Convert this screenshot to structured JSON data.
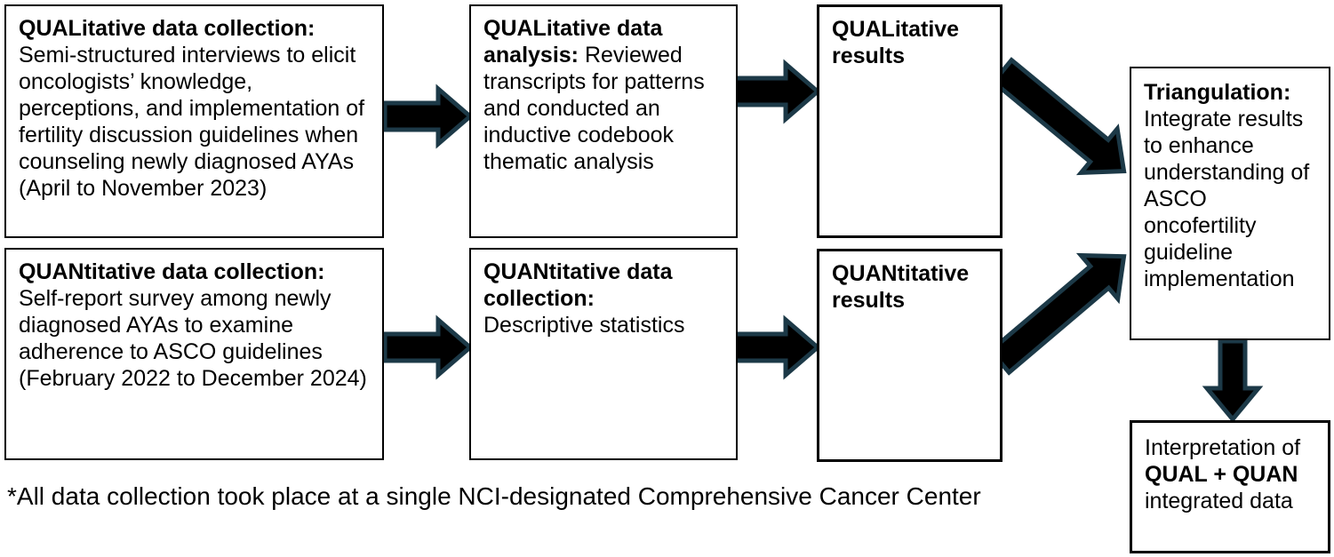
{
  "colors": {
    "background": "#ffffff",
    "text": "#000000",
    "box_border": "#000000",
    "arrow_fill": "#000000",
    "arrow_outline": "#1c3947"
  },
  "boxes": {
    "qual_collection": {
      "title": "QUALitative data collection:",
      "body": "Semi-structured interviews to elicit oncologists’ knowledge, perceptions, and implementation of fertility discussion guidelines when counseling newly diagnosed AYAs",
      "dates": "(April to November 2023)"
    },
    "qual_analysis": {
      "title": "QUALitative data analysis:",
      "body": "Reviewed transcripts for patterns and conducted an inductive codebook thematic analysis"
    },
    "qual_results": {
      "title": "QUALitative results"
    },
    "quan_collection": {
      "title": "QUANtitative data collection:",
      "body": "Self-report survey among newly diagnosed AYAs to examine adherence to ASCO guidelines",
      "dates": "(February 2022 to December 2024)"
    },
    "quan_analysis": {
      "title": "QUANtitative data collection:",
      "body": "Descriptive statistics"
    },
    "quan_results": {
      "title": "QUANtitative results"
    },
    "triangulation": {
      "title": "Triangulation:",
      "body": "Integrate results to enhance understanding of ASCO oncofertility guideline implementation"
    },
    "interpretation": {
      "pre": "Interpretation of",
      "bold": "QUAL + QUAN",
      "post": "integrated data"
    }
  },
  "connections": [
    "qual-collection-to-qual-analysis",
    "qual-analysis-to-qual-results",
    "quan-collection-to-quan-analysis",
    "quan-analysis-to-quan-results",
    "qual-results-to-triangulation",
    "quan-results-to-triangulation",
    "triangulation-to-interpretation"
  ],
  "footnote": "*All data collection took place at a single NCI-designated Comprehensive Cancer Center"
}
